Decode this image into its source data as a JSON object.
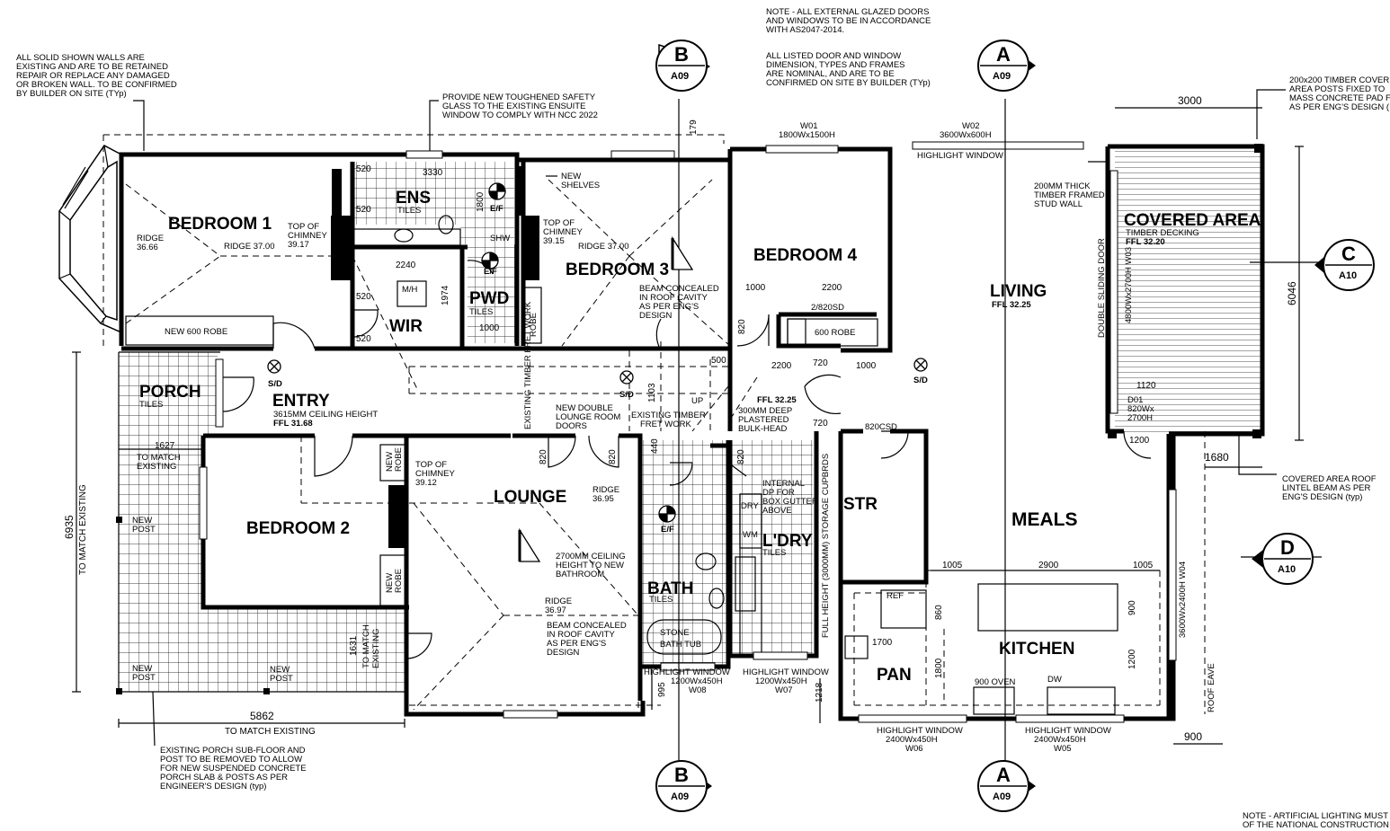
{
  "rooms": {
    "bedroom1": "BEDROOM 1",
    "bedroom2": "BEDROOM 2",
    "bedroom3": "BEDROOM 3",
    "bedroom4": "BEDROOM 4",
    "ens": "ENS",
    "wir": "WIR",
    "pwd": "PWD",
    "porch": "PORCH",
    "entry": "ENTRY",
    "lounge": "LOUNGE",
    "living": "LIVING",
    "covered_area": "COVERED AREA",
    "bath": "BATH",
    "ldry": "L'DRY",
    "str": "STR",
    "meals": "MEALS",
    "kitchen": "KITCHEN",
    "pan": "PAN"
  },
  "sub": {
    "tiles": "TILES",
    "entry_ceiling": "3615MM CEILING HEIGHT",
    "entry_ffl": "FFL 31.68",
    "living_ffl": "FFL 32.25",
    "covered_decking": "TIMBER DECKING",
    "covered_ffl": "FFL 32.20",
    "ffl_3225": "FFL 32.25"
  },
  "notes": {
    "walls1": "ALL SOLID SHOWN WALLS ARE",
    "walls2": "EXISTING AND ARE TO BE RETAINED",
    "walls3": "REPAIR OR REPLACE ANY DAMAGED",
    "walls4": "OR BROKEN WALL. TO BE CONFIRMED",
    "walls5": "BY BUILDER ON SITE (TYp)",
    "glass1": "PROVIDE NEW TOUGHENED SAFETY",
    "glass2": "GLASS TO THE EXISTING ENSUITE",
    "glass3": "WINDOW TO COMPLY WITH NCC 2022",
    "top1": "NOTE - ALL EXTERNAL GLAZED DOORS",
    "top2": "AND WINDOWS TO BE IN ACCORDANCE",
    "top3": "WITH AS2047-2014.",
    "top4": "ALL LISTED DOOR AND WINDOW",
    "top5": "DIMENSION, TYPES AND FRAMES",
    "top6": "ARE NOMINAL, AND ARE TO BE",
    "top7": "CONFIRMED ON SITE BY BUILDER (TYp)",
    "post1": "200x200 TIMBER COVER",
    "post2": "AREA POSTS FIXED TO",
    "post3": "MASS CONCRETE PAD FO",
    "post4": "AS PER ENG'S DESIGN (",
    "stud1": "200MM THICK",
    "stud2": "TIMBER FRAMED",
    "stud3": "STUD WALL",
    "porch1": "EXISTING PORCH SUB-FLOOR AND",
    "porch2": "POST TO BE REMOVED TO ALLOW",
    "porch3": "FOR NEW SUSPENDED CONCRETE",
    "porch4": "PORCH SLAB & POSTS AS PER",
    "porch5": "ENGINEER'S DESIGN (typ)",
    "lintel1": "COVERED AREA ROOF",
    "lintel2": "LINTEL BEAM AS PER",
    "lintel3": "ENG'S DESIGN (typ)",
    "light1": "NOTE - ARTIFICIAL LIGHTING MUST",
    "light2": "OF THE NATIONAL CONSTRUCTION",
    "shelves1": "NEW",
    "shelves2": "SHELVES",
    "beam1a": "BEAM CONCEALED",
    "beam1b": "IN ROOF CAVITY",
    "beam1c": "AS PER ENG'S",
    "beam1d": "DESIGN",
    "beam2a": "BEAM CONCEALED",
    "beam2b": "IN ROOF CAVITY",
    "beam2c": "AS PER ENG'S",
    "beam2d": "DESIGN",
    "fret1a": "EXISTING TIMBER",
    "fret1b": "FRET WORK",
    "fret2": "EXISTING TIMBER FRET WORK",
    "doors1": "NEW DOUBLE",
    "doors2": "LOUNGE ROOM",
    "doors3": "DOORS",
    "bulk1": "300MM DEEP",
    "bulk2": "PLASTERED",
    "bulk3": "BULK-HEAD",
    "ceil1": "2700MM CEILING",
    "ceil2": "HEIGHT TO NEW",
    "ceil3": "BATHROOM",
    "dp1": "INTERNAL",
    "dp2": "DP FOR",
    "dp3": "BOX GUTTER",
    "dp4": "ABOVE",
    "cupbrds": "FULL HEIGHT (3000MM) STORAGE CUPBRDS",
    "sliding": "DOUBLE SLIDING DOOR",
    "eave": "ROOF EAVE",
    "stone1": "STONE",
    "stone2": "BATH TUB",
    "match1": "TO MATCH",
    "match2": "EXISTING"
  },
  "labels": {
    "ridge_b1": "RIDGE",
    "ridge_b1_val": "36.66",
    "ridge_37_a": "RIDGE 37.00",
    "ridge_37_b": "RIDGE 37.00",
    "chim1a": "TOP OF",
    "chim1b": "CHIMNEY",
    "chim1c": "39.17",
    "chim2a": "TOP OF",
    "chim2b": "CHIMNEY",
    "chim2c": "39.15",
    "chim3a": "TOP OF",
    "chim3b": "CHIMNEY",
    "chim3c": "39.12",
    "ridge_3695": "RIDGE",
    "ridge_3695_val": "36.95",
    "ridge_3697": "RIDGE",
    "ridge_3697_val": "36.97",
    "sd": "S/D",
    "ef": "E/F",
    "mh": "M/H",
    "new_600_robe": "NEW 600 ROBE",
    "new_robe_a": "NEW",
    "new_robe_b": "ROBE",
    "robe_600": "600 ROBE",
    "sd_2820": "2/820SD",
    "sd_820": "820CSD",
    "new_post_a": "NEW",
    "new_post_b": "POST",
    "dry": "DRY",
    "wm": "WM",
    "ref": "REF",
    "oven": "900 OVEN",
    "dw": "DW",
    "up": "UP",
    "shw": "SHW",
    "d01a": "D01",
    "d01b": "820Wx",
    "d01c": "2700H"
  },
  "windows": {
    "w01a": "W01",
    "w01b": "1800Wx1500H",
    "w02a": "W02",
    "w02b": "3600Wx600H",
    "w02c": "HIGHLIGHT WINDOW",
    "w03": "4800Wx2700H W03",
    "w04": "3600Wx2400H W04",
    "w05a": "HIGHLIGHT WINDOW",
    "w05b": "2400Wx450H",
    "w05c": "W05",
    "w06a": "HIGHLIGHT WINDOW",
    "w06b": "2400Wx450H",
    "w06c": "W06",
    "w07a": "HIGHLIGHT WINDOW",
    "w07b": "1200Wx450H",
    "w07c": "W07",
    "w08a": "HIGHLIGHT WINDOW",
    "w08b": "1200Wx450H",
    "w08c": "W08"
  },
  "dims": {
    "d3330": "3330",
    "d2240": "2240",
    "d520a": "520",
    "d520b": "520",
    "d520c": "520",
    "d520d": "520",
    "d1800": "1800",
    "d1974": "1974",
    "d1000a": "1000",
    "d1000b": "1000",
    "d1000c": "1000",
    "d2200a": "2200",
    "d2200b": "2200",
    "d720a": "720",
    "d720b": "720",
    "d820a": "820",
    "d820b": "820",
    "d820c": "820",
    "d820d": "820",
    "d179": "179",
    "d3000": "3000",
    "d6046": "6046",
    "d1120": "1120",
    "d1200a": "1200",
    "d1200b": "1200",
    "d1680": "1680",
    "d1005a": "1005",
    "d1005b": "1005",
    "d2900": "2900",
    "d900a": "900",
    "d900b": "900",
    "d860": "860",
    "d1700": "1700",
    "d1800b": "1800",
    "d1218": "1218",
    "d995": "995",
    "d440": "440",
    "d1103": "1103",
    "d5862": "5862",
    "d6935": "6935",
    "d1627": "1627",
    "d1631": "1631",
    "d500": "500",
    "d900c": "900",
    "to_match_existing": "TO MATCH EXISTING"
  },
  "sections": {
    "a": "A",
    "b": "B",
    "c": "C",
    "d": "D",
    "a09": "A09",
    "a10": "A10"
  }
}
